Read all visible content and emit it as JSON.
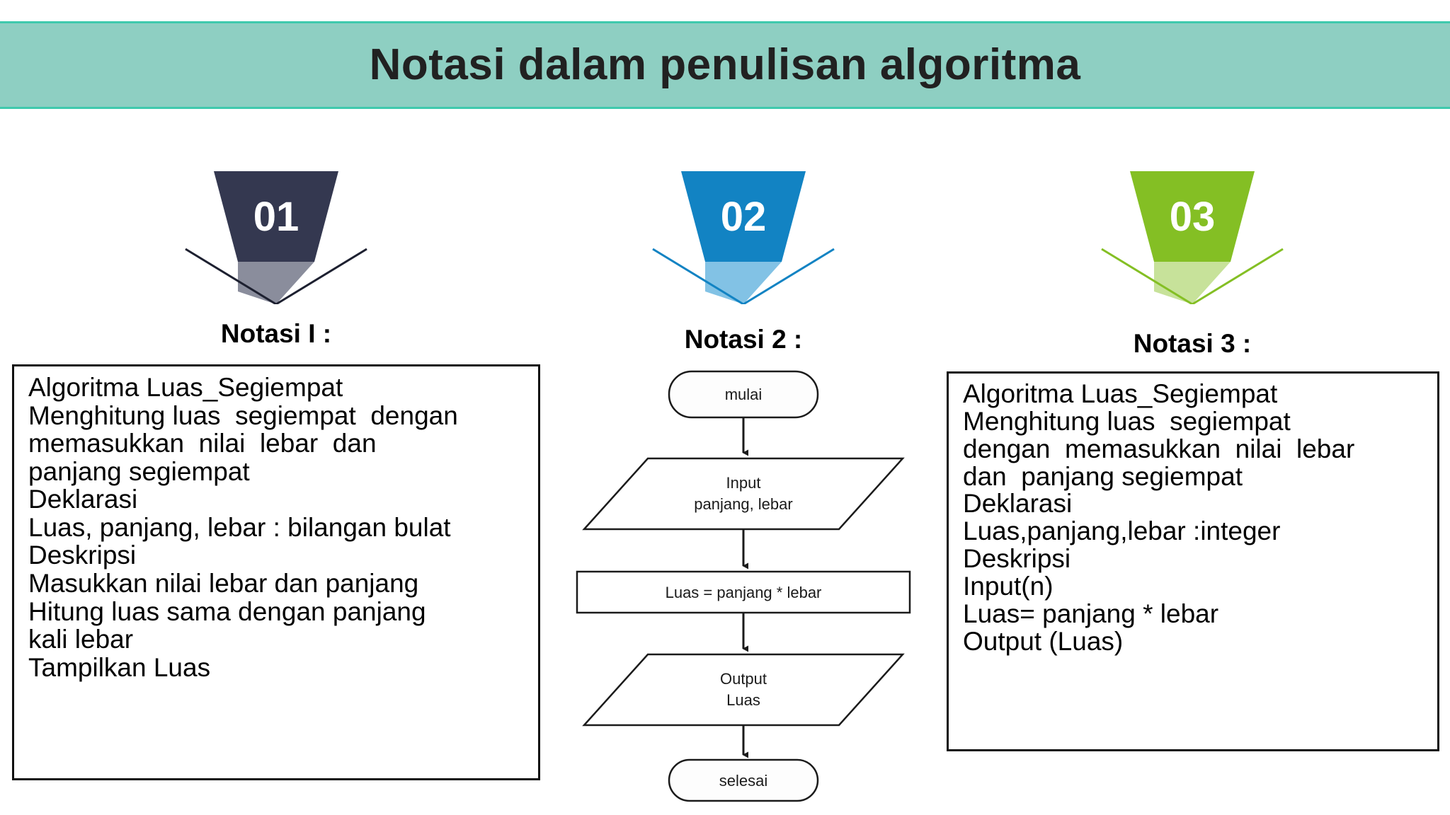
{
  "header": {
    "title": "Notasi dalam penulisan algoritma",
    "background_color": "#8ecfc2",
    "border_color": "#3fc9ad",
    "text_color": "#212121"
  },
  "columns": [
    {
      "id": "notasi-1",
      "badge": {
        "number": "01",
        "top_color": "#343850",
        "bottom_color": "#8a8d9c",
        "line_color": "#1d2030"
      },
      "label": "Notasi I :",
      "box": {
        "lines": [
          "Algoritma Luas_Segiempat",
          "Menghitung luas  segiempat  dengan",
          "memasukkan  nilai  lebar  dan",
          "panjang segiempat",
          "Deklarasi",
          "Luas, panjang, lebar : bilangan bulat",
          "Deskripsi",
          "Masukkan nilai lebar dan panjang",
          "Hitung luas sama dengan panjang",
          "kali lebar",
          "Tampilkan Luas"
        ]
      }
    },
    {
      "id": "notasi-2",
      "badge": {
        "number": "02",
        "top_color": "#1283c3",
        "bottom_color": "#82c2e5",
        "line_color": "#1283c3"
      },
      "label": "Notasi 2 :",
      "flowchart": {
        "nodes": [
          {
            "shape": "terminator",
            "text": "mulai"
          },
          {
            "shape": "parallelogram",
            "text": "Input\npanjang, lebar",
            "line1": "Input",
            "line2": "panjang, lebar"
          },
          {
            "shape": "process",
            "text": "Luas = panjang * lebar"
          },
          {
            "shape": "parallelogram",
            "text": "Output\nLuas",
            "line1": "Output",
            "line2": "Luas"
          },
          {
            "shape": "terminator",
            "text": "selesai"
          }
        ],
        "connector": "arrow-down"
      }
    },
    {
      "id": "notasi-3",
      "badge": {
        "number": "03",
        "top_color": "#84bf24",
        "bottom_color": "#c7e29a",
        "line_color": "#84bf24"
      },
      "label": "Notasi 3 :",
      "box": {
        "lines": [
          "Algoritma Luas_Segiempat",
          "Menghitung luas  segiempat",
          "dengan  memasukkan  nilai  lebar",
          "dan  panjang segiempat",
          "Deklarasi",
          "Luas,panjang,lebar :integer",
          "Deskripsi",
          "Input(n)",
          "Luas= panjang * lebar",
          "Output (Luas)"
        ]
      }
    }
  ]
}
